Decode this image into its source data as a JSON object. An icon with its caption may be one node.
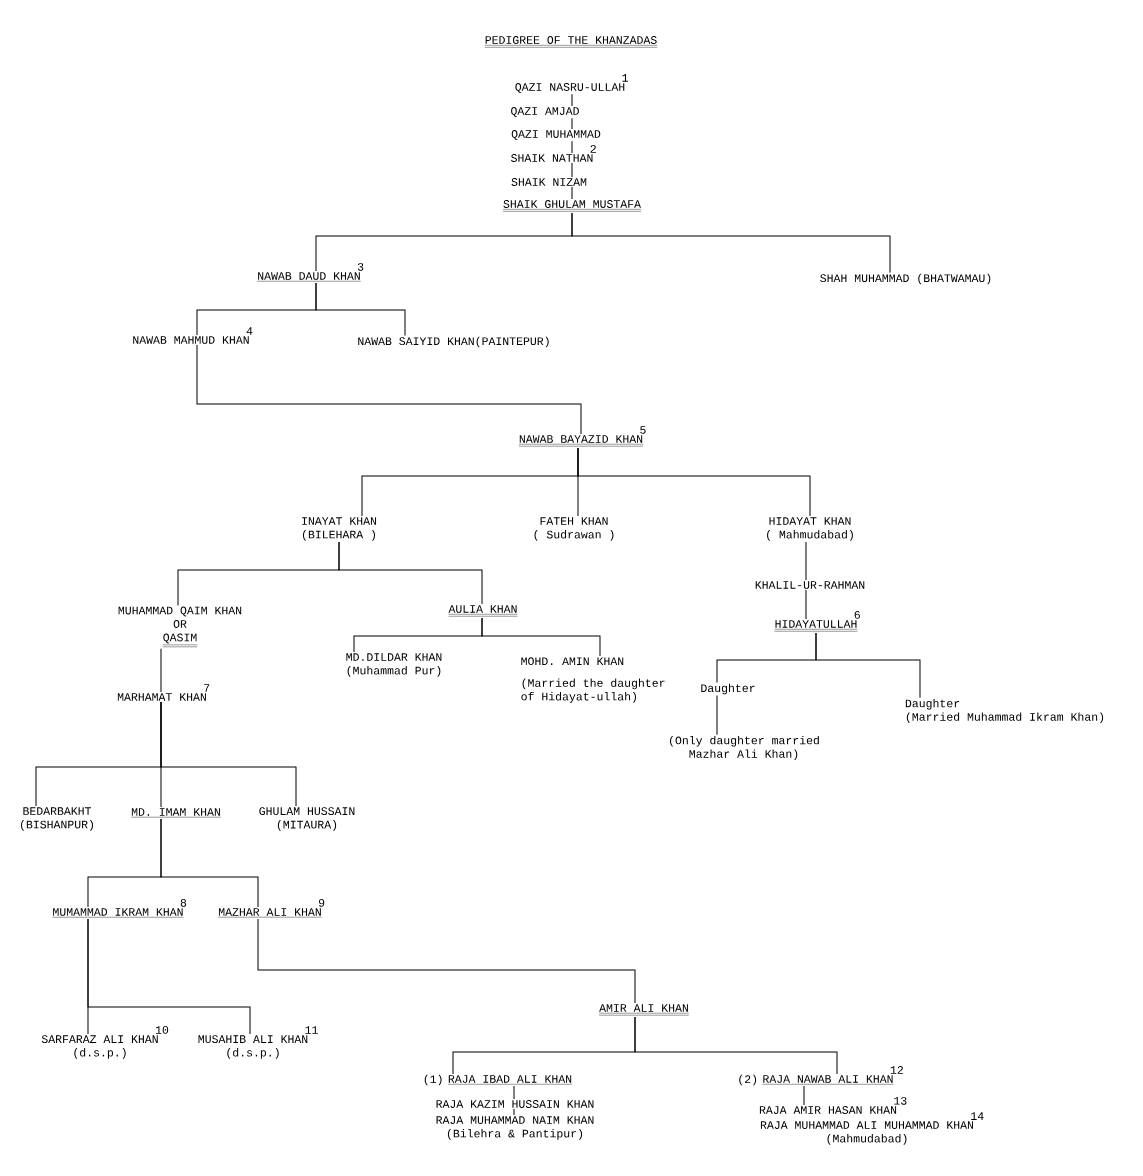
{
  "diagram": {
    "title": "PEDIGREE OF THE KHANZADAS",
    "nodes": [
      {
        "text": [
          "QAZI NASRU-ULLAH"
        ],
        "beside": [
          "1"
        ]
      },
      {
        "text": [
          "QAZI AMJAD"
        ]
      },
      {
        "text": [
          "QAZI MUHAMMAD"
        ]
      },
      {
        "text": [
          "SHAIK NATHAN"
        ],
        "beside": [
          "2"
        ]
      },
      {
        "text": [
          "SHAIK NIZAM"
        ]
      },
      {
        "text": [
          "SHAIK GHULAM MUSTAFA"
        ]
      },
      {
        "text": [
          "NAWAB DAUD KHAN"
        ],
        "beside": [
          "3"
        ]
      },
      {
        "text": [
          "SHAH MUHAMMAD (BHATWAMAU)"
        ]
      },
      {
        "text": [
          "NAWAB MAHMUD KHAN"
        ],
        "beside": [
          "4"
        ]
      },
      {
        "text": [
          "NAWAB SAIYID KHAN(PAINTEPUR)"
        ]
      },
      {
        "text": [
          "NAWAB BAYAZID KHAN"
        ],
        "beside": [
          "5"
        ]
      },
      {
        "text": [
          "INAYAT KHAN",
          "(BILEHARA )"
        ]
      },
      {
        "text": [
          "FATEH KHAN",
          "( Sudrawan )"
        ]
      },
      {
        "text": [
          "HIDAYAT KHAN",
          "( Mahmudabad)"
        ]
      },
      {
        "text": [
          "KHALIL-UR-RAHMAN"
        ]
      },
      {
        "text": [
          "HIDAYATULLAH"
        ],
        "beside": [
          "6"
        ]
      },
      {
        "text": [
          "MUHAMMAD QAIM KHAN",
          "OR",
          "QASIM"
        ]
      },
      {
        "text": [
          "AULIA KHAN"
        ]
      },
      {
        "text": [
          "MD.DILDAR KHAN",
          "(Muhammad Pur)"
        ]
      },
      {
        "text": [
          "MOHD. AMIN KHAN",
          "(Married the daughter of Hidayat-ullah)"
        ]
      },
      {
        "text": [
          "Daughter"
        ]
      },
      {
        "text": [
          "Daughter",
          "(Married Muhammad Ikram Khan)"
        ]
      },
      {
        "text": [
          "(Only daughter married Mazhar Ali Khan)"
        ]
      },
      {
        "text": [
          "MARHAMAT KHAN"
        ],
        "beside": [
          "7"
        ]
      },
      {
        "text": [
          "BEDARBAKHT",
          "(BISHANPUR)"
        ]
      },
      {
        "text": [
          "MD. IMAM KHAN"
        ]
      },
      {
        "text": [
          "GHULAM HUSSAIN",
          "(MITAURA)"
        ]
      },
      {
        "text": [
          "MUMAMMAD IKRAM KHAN"
        ],
        "beside": [
          "8"
        ]
      },
      {
        "text": [
          "MAZHAR ALI KHAN"
        ],
        "beside": [
          "9"
        ]
      },
      {
        "text": [
          "AMIR ALI KHAN"
        ]
      },
      {
        "text": [
          "SARFARAZ ALI KHAN",
          "(d.s.p.)"
        ],
        "beside": [
          "10"
        ]
      },
      {
        "text": [
          "MUSAHIB ALI KHAN",
          "(d.s.p.)"
        ],
        "beside": [
          "11"
        ]
      },
      {
        "text": [
          "RAJA IBAD ALI KHAN"
        ],
        "beside": [
          "(1)"
        ]
      },
      {
        "text": [
          "RAJA KAZIM HUSSAIN KHAN"
        ]
      },
      {
        "text": [
          "RAJA MUHAMMAD NAIM KHAN",
          "(Bilehra & Pantipur)"
        ]
      },
      {
        "text": [
          "RAJA NAWAB ALI KHAN"
        ],
        "beside": [
          "(2)",
          "12"
        ]
      },
      {
        "text": [
          "RAJA AMIR HASAN KHAN"
        ],
        "beside": [
          "13"
        ]
      },
      {
        "text": [
          "RAJA MUHAMMAD ALI MUHAMMAD KHAN",
          "(Mahmudabad)"
        ],
        "beside": [
          "14"
        ]
      }
    ],
    "edges": [
      {
        "from": 0,
        "to": 1,
        "arrow": "none"
      },
      {
        "from": 1,
        "to": 2,
        "arrow": "none"
      },
      {
        "from": 2,
        "to": 3,
        "arrow": "none"
      },
      {
        "from": 3,
        "to": 4,
        "arrow": "none"
      },
      {
        "from": 4,
        "to": 5,
        "arrow": "none"
      },
      {
        "from": 5,
        "to": 6,
        "arrow": "none"
      },
      {
        "from": 5,
        "to": 7,
        "arrow": "none"
      },
      {
        "from": 6,
        "to": 8,
        "arrow": "none"
      },
      {
        "from": 6,
        "to": 9,
        "arrow": "none"
      },
      {
        "from": 8,
        "to": 10,
        "arrow": "none"
      },
      {
        "from": 10,
        "to": 11,
        "arrow": "none"
      },
      {
        "from": 10,
        "to": 12,
        "arrow": "none"
      },
      {
        "from": 10,
        "to": 13,
        "arrow": "none"
      },
      {
        "from": 13,
        "to": 14,
        "arrow": "none"
      },
      {
        "from": 14,
        "to": 15,
        "arrow": "none"
      },
      {
        "from": 11,
        "to": 16,
        "arrow": "none"
      },
      {
        "from": 11,
        "to": 17,
        "arrow": "none"
      },
      {
        "from": 17,
        "to": 18,
        "arrow": "none"
      },
      {
        "from": 17,
        "to": 19,
        "arrow": "none"
      },
      {
        "from": 15,
        "to": 20,
        "arrow": "none"
      },
      {
        "from": 15,
        "to": 21,
        "arrow": "none"
      },
      {
        "from": 20,
        "to": 22,
        "arrow": "none"
      },
      {
        "from": 16,
        "to": 23,
        "arrow": "none"
      },
      {
        "from": 23,
        "to": 24,
        "arrow": "none"
      },
      {
        "from": 23,
        "to": 25,
        "arrow": "none"
      },
      {
        "from": 23,
        "to": 26,
        "arrow": "none"
      },
      {
        "from": 25,
        "to": 27,
        "arrow": "none"
      },
      {
        "from": 25,
        "to": 28,
        "arrow": "none"
      },
      {
        "from": 28,
        "to": 29,
        "arrow": "none"
      },
      {
        "from": 27,
        "to": 30,
        "arrow": "none"
      },
      {
        "from": 27,
        "to": 31,
        "arrow": "none"
      },
      {
        "from": 29,
        "to": 32,
        "arrow": "none"
      },
      {
        "from": 29,
        "to": 35,
        "arrow": "none"
      },
      {
        "from": 32,
        "to": 33,
        "arrow": "none"
      },
      {
        "from": 33,
        "to": 34,
        "arrow": "none"
      },
      {
        "from": 35,
        "to": 36,
        "arrow": "none"
      }
    ]
  }
}
